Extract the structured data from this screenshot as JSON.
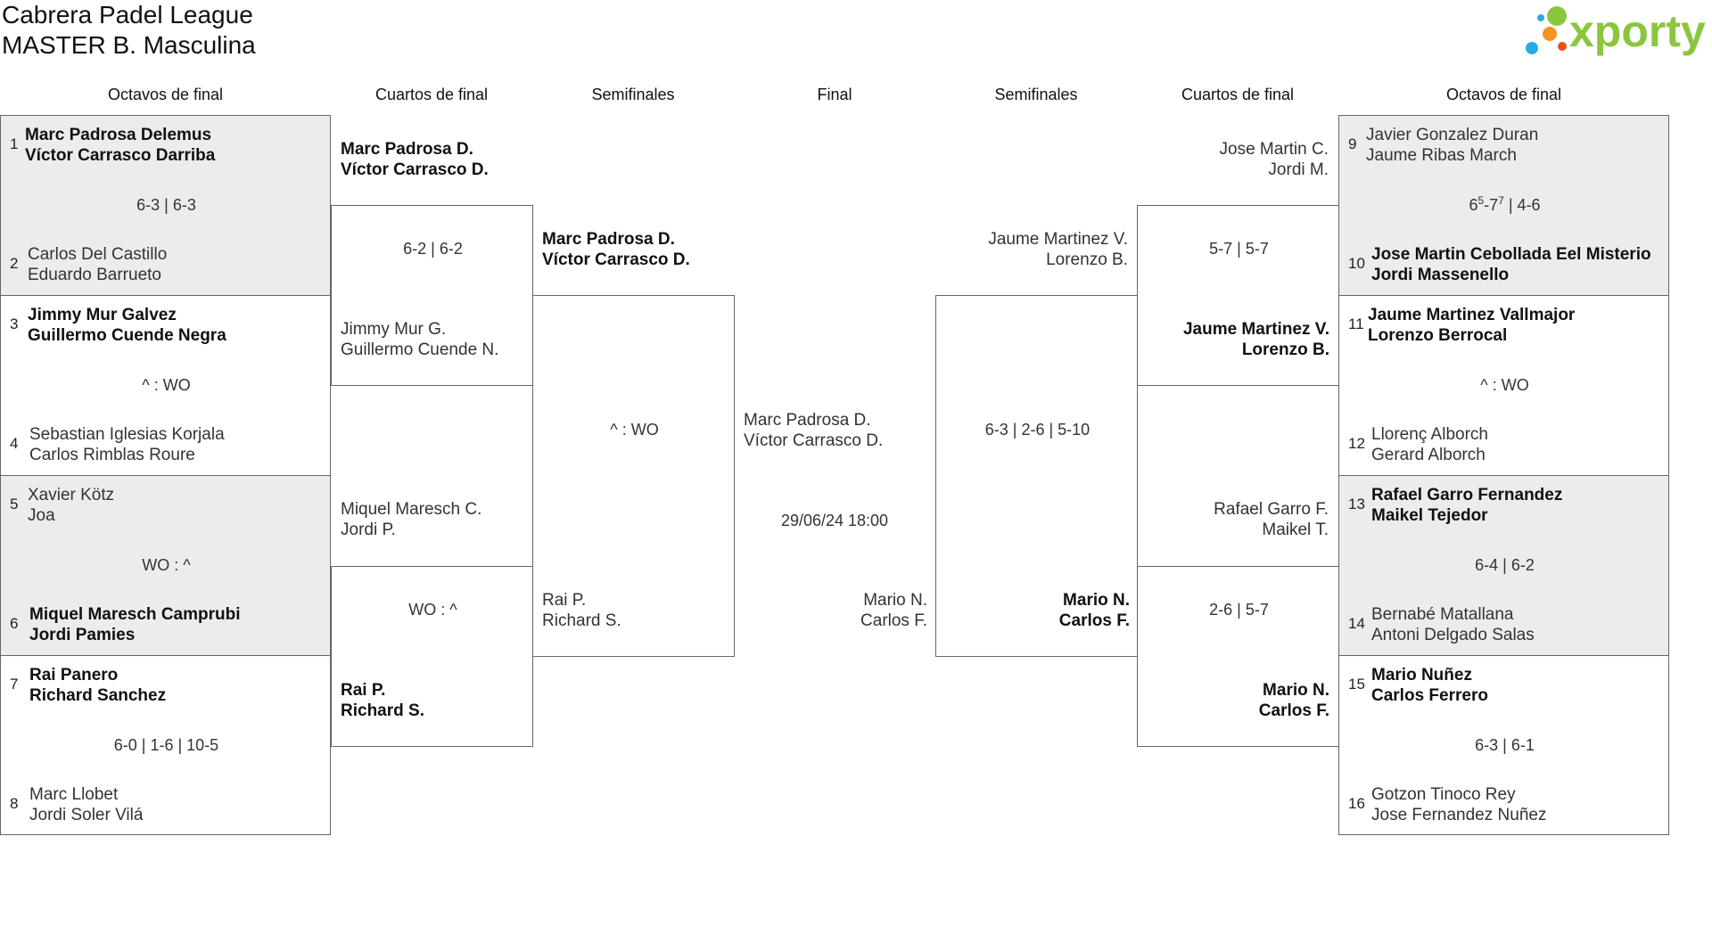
{
  "title": {
    "league": "Cabrera Padel League",
    "category": "MASTER B. Masculina"
  },
  "logo": {
    "text": "xporty"
  },
  "headers": {
    "left_r16": "Octavos de final",
    "left_qf": "Cuartos de final",
    "left_sf": "Semifinales",
    "final": "Final",
    "right_sf": "Semifinales",
    "right_qf": "Cuartos de final",
    "right_r16": "Octavos de final"
  },
  "left_r16": [
    {
      "seed_a": "1",
      "a1": "Marc Padrosa Delemus",
      "a2": "Víctor Carrasco Darriba",
      "score": "6-3 | 6-3",
      "seed_b": "2",
      "b1": "Carlos Del Castillo",
      "b2": "Eduardo Barrueto"
    },
    {
      "seed_a": "3",
      "a1": "Jimmy Mur Galvez",
      "a2": "Guillermo Cuende Negra",
      "score": "^ : WO",
      "seed_b": "4",
      "b1": "Sebastian Iglesias Korjala",
      "b2": "Carlos Rimblas Roure"
    },
    {
      "seed_a": "5",
      "a1": "Xavier Kötz",
      "a2": "Joa",
      "score": "WO : ^",
      "seed_b": "6",
      "b1": "Miquel Maresch Camprubi",
      "b2": "Jordi Pamies"
    },
    {
      "seed_a": "7",
      "a1": "Rai Panero",
      "a2": "Richard Sanchez",
      "score": "6-0 | 1-6 | 10-5",
      "seed_b": "8",
      "b1": "Marc Llobet",
      "b2": "Jordi Soler Vilá"
    }
  ],
  "left_qf": [
    {
      "a1": "Marc Padrosa D.",
      "a2": "Víctor Carrasco D.",
      "score": "6-2 | 6-2",
      "b1": "Jimmy Mur G.",
      "b2": "Guillermo Cuende N."
    },
    {
      "a1": "Miquel Maresch C.",
      "a2": "Jordi P.",
      "score": "WO : ^",
      "b1": "Rai P.",
      "b2": "Richard S."
    }
  ],
  "left_sf": {
    "a1": "Marc Padrosa D.",
    "a2": "Víctor Carrasco D.",
    "score": "^ : WO",
    "b1": "Rai P.",
    "b2": "Richard S."
  },
  "final": {
    "a1": "Marc Padrosa D.",
    "a2": "Víctor Carrasco D.",
    "datetime": "29/06/24 18:00",
    "b1": "Mario N.",
    "b2": "Carlos F."
  },
  "right_sf": {
    "a1": "Jaume Martinez V.",
    "a2": "Lorenzo B.",
    "score": "6-3 | 2-6 | 5-10",
    "b1": "Mario N.",
    "b2": "Carlos F."
  },
  "right_qf": [
    {
      "a1": "Jose Martin C.",
      "a2": "Jordi M.",
      "score": "5-7 | 5-7",
      "b1": "Jaume Martinez V.",
      "b2": "Lorenzo B."
    },
    {
      "a1": "Rafael Garro F.",
      "a2": "Maikel T.",
      "score": "2-6 | 5-7",
      "b1": "Mario N.",
      "b2": "Carlos F."
    }
  ],
  "right_r16": [
    {
      "seed_a": "9",
      "a1": "Javier Gonzalez Duran",
      "a2": "Jaume Ribas March",
      "score_set1": "6",
      "score_set1_tb": "5",
      "score_set1_sep": "-7",
      "score_set1_tb2": "7",
      "score_rest": " | 4-6",
      "seed_b": "10",
      "b1": "Jose Martin Cebollada Eel Misterio",
      "b2": "Jordi Massenello"
    },
    {
      "seed_a": "11",
      "a1": "Jaume Martinez Vallmajor",
      "a2": "Lorenzo Berrocal",
      "score": "^ : WO",
      "seed_b": "12",
      "b1": "Llorenç Alborch",
      "b2": "Gerard Alborch"
    },
    {
      "seed_a": "13",
      "a1": "Rafael Garro Fernandez",
      "a2": "Maikel Tejedor",
      "score": "6-4 | 6-2",
      "seed_b": "14",
      "b1": "Bernabé Matallana",
      "b2": "Antoni Delgado Salas"
    },
    {
      "seed_a": "15",
      "a1": "Mario Nuñez",
      "a2": "Carlos Ferrero",
      "score": "6-3 | 6-1",
      "seed_b": "16",
      "b1": "Gotzon Tinoco Rey",
      "b2": "Jose Fernandez Nuñez"
    }
  ],
  "colors": {
    "logo_text": "#8cc63f",
    "dot_orange": "#f7931e",
    "dot_blue": "#29abe2",
    "dot_green": "#8cc63f",
    "dot_red": "#e94e1b",
    "box_shade": "#ececec",
    "border": "#666666"
  }
}
